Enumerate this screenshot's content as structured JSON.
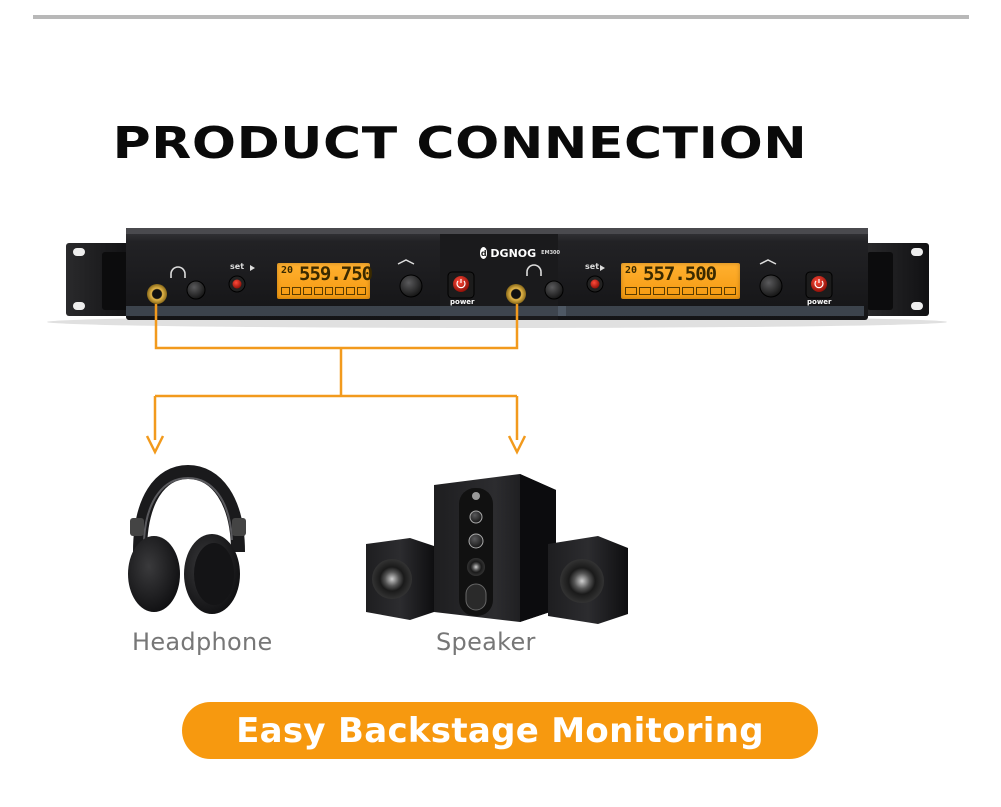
{
  "title": "PRODUCT CONNECTION",
  "device": {
    "brand": "DGNOG",
    "model": "EM300",
    "channels": [
      {
        "channel": "20",
        "frequency": "559.750",
        "set_label": "set",
        "power_label": "power"
      },
      {
        "channel": "20",
        "frequency": "557.500",
        "set_label": "set",
        "power_label": "power"
      }
    ]
  },
  "outputs": [
    {
      "label": "Headphone",
      "icon": "headphone-icon"
    },
    {
      "label": "Speaker",
      "icon": "speaker-system-icon"
    }
  ],
  "tagline": "Easy Backstage Monitoring",
  "colors": {
    "accent": "#f7990f",
    "connector_line": "#f29a1d",
    "lcd": "#ffa726",
    "panel": "#1c1c1e",
    "title": "#0a0a0a",
    "label": "#777777"
  }
}
